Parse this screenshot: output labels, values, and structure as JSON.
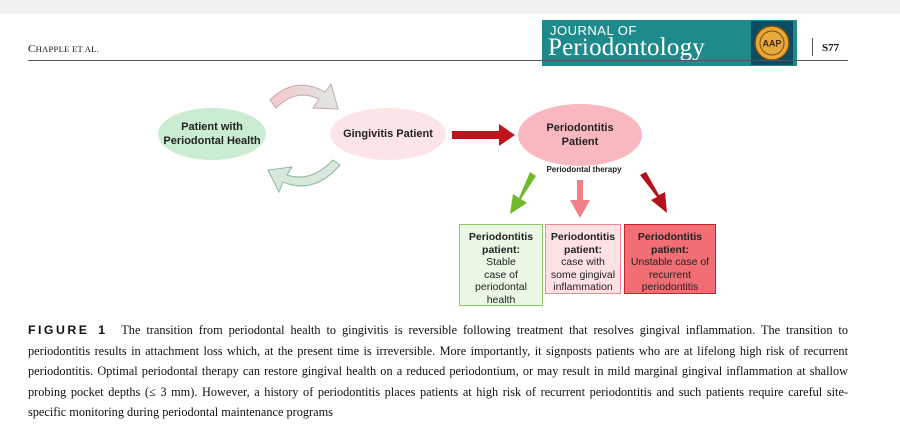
{
  "header": {
    "author_main": "C",
    "author_rest": "HAPPLE",
    "author_suffix": " ET AL.",
    "journal_line1": "JOURNAL OF",
    "journal_line2": "Periodontology",
    "logo_text": "AAP",
    "page_number": "S77"
  },
  "figure": {
    "health_line1": "Patient with",
    "health_line2": "Periodontal Health",
    "gingivitis": "Gingivitis Patient",
    "perio_line1": "Periodontitis",
    "perio_line2": "Patient",
    "therapy_label": "Periodontal therapy",
    "boxes": [
      {
        "title1": "Periodontitis",
        "title2": "patient:",
        "l1": "Stable",
        "l2": "case of",
        "l3": "periodontal",
        "l4": "health"
      },
      {
        "title1": "Periodontitis",
        "title2": "patient:",
        "l1": "case with",
        "l2": "some gingival",
        "l3": "inflammation",
        "l4": ""
      },
      {
        "title1": "Periodontitis",
        "title2": "patient:",
        "l1": "Unstable case of",
        "l2": "recurrent",
        "l3": "periodontitis",
        "l4": ""
      }
    ]
  },
  "caption": {
    "label": "FIGURE 1",
    "text": "The transition from periodontal health to gingivitis is reversible following treatment that resolves gingival inflammation. The transition to periodontitis results in attachment loss which, at the present time is irreversible. More importantly, it signposts patients who are at lifelong high risk of recurrent periodontitis. Optimal periodontal therapy can restore gingival health on a reduced periodontium, or may result in mild marginal gingival inflammation at shallow probing pocket depths (≤ 3 mm). However, a history of periodontitis places patients at high risk of recurrent periodontitis and such patients require careful site-specific monitoring during periodontal maintenance programs"
  },
  "colors": {
    "journal_teal": "#1f8a8c",
    "health_green": "#c9ecd2",
    "gingivitis_pink": "#fde4e6",
    "perio_pink": "#f9b8bf",
    "arrow_red": "#c0141c",
    "arrow_green": "#72b82c",
    "arrow_pink": "#f07f86"
  }
}
